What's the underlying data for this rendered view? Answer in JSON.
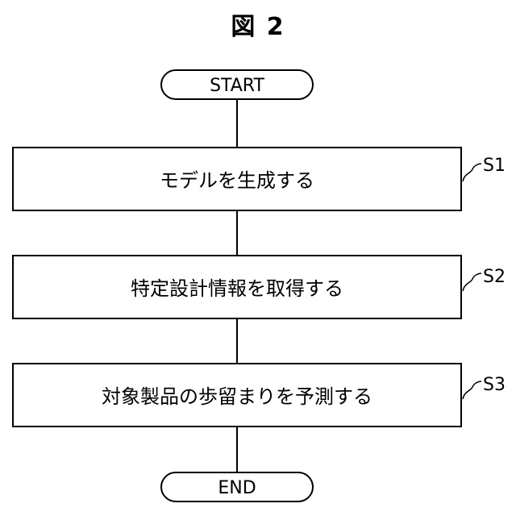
{
  "figure": {
    "title": "図 2"
  },
  "flowchart": {
    "start": {
      "label": "START"
    },
    "steps": [
      {
        "ref": "S1",
        "label": "モデルを生成する"
      },
      {
        "ref": "S2",
        "label": "特定設計情報を取得する"
      },
      {
        "ref": "S3",
        "label": "対象製品の歩留まりを予測する"
      }
    ],
    "end": {
      "label": "END"
    }
  }
}
